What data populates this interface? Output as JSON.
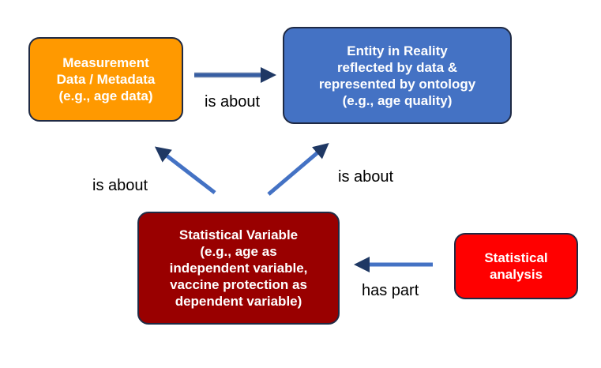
{
  "nodes": {
    "measurement": {
      "lines": [
        "Measurement",
        "Data / Metadata",
        "(e.g., age data)"
      ],
      "color": "#ff9900"
    },
    "entity": {
      "lines": [
        "Entity in Reality",
        "reflected by data &",
        "represented by ontology",
        "(e.g., age quality)"
      ],
      "color": "#4472c4"
    },
    "variable": {
      "lines": [
        "Statistical Variable",
        "(e.g., age as",
        "independent variable,",
        "vaccine protection as",
        "dependent variable)"
      ],
      "color": "#990000"
    },
    "analysis": {
      "lines": [
        "Statistical",
        "analysis"
      ],
      "color": "#ff0000"
    }
  },
  "edges": {
    "measurement_to_entity": "is about",
    "variable_to_measurement": "is about",
    "variable_to_entity": "is about",
    "analysis_to_variable": "has part"
  },
  "arrow_color": "#1f3864"
}
